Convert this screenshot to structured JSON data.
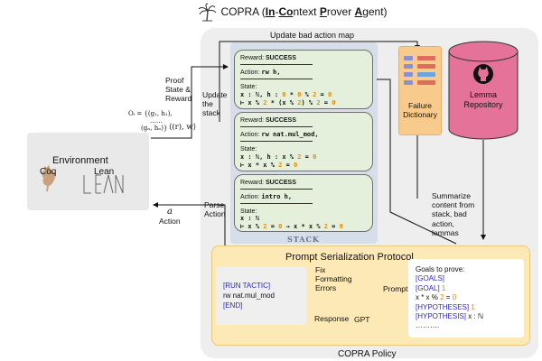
{
  "title": "COPRA (In-Context Prover Agent)",
  "title_parts": [
    "COPRA (",
    "In",
    "-",
    "Co",
    "ntext ",
    "P",
    "rover ",
    "A",
    "gent)"
  ],
  "policy_label": "COPRA Policy",
  "environment": {
    "title": "Environment",
    "coq_label": "Coq",
    "lean_label": "Lean",
    "lean_logo_text": "LEAN"
  },
  "arrows": {
    "update_map": "Update bad action map",
    "proof_state_reward": "Proof\nState &\nReward",
    "update_stack": "Update\nthe\nstack",
    "summarize": "Summarize\ncontent from\nstack, bad\naction,\nlemmas",
    "parse_action": "Parse\nAction",
    "action_symbol": "a",
    "action_label": "Action",
    "obs_formula": "Oᵢ = {(g₁, h₁),",
    "obs_dots": "……",
    "obs_formula2": "(gₙ, hₙ)}",
    "reward_formula": "⟨(r), w⟩",
    "fix_errors": "Fix\nFormatting\nErrors",
    "prompt": "Prompt",
    "response": "Response",
    "gpt": "GPT"
  },
  "stack": {
    "label": "STACK",
    "cards": [
      {
        "reward_prefix": "Reward: ",
        "reward": "SUCCESS",
        "action_prefix": "Action: ",
        "action": "rw h,",
        "state_label": "State:",
        "line1": [
          "x : ℕ, h : ",
          "0",
          " * ",
          "0",
          " % ",
          "2",
          " = ",
          "0"
        ],
        "line2": [
          "⊢ x % ",
          "2",
          " * (x % ",
          "2",
          ") % ",
          "2",
          " = ",
          "0"
        ]
      },
      {
        "reward_prefix": "Reward: ",
        "reward": "SUCCESS",
        "action_prefix": "Action: ",
        "action": "rw nat.mul_mod,",
        "state_label": "State:",
        "line1": [
          "x : ℕ, h : x % ",
          "2",
          " = ",
          "0"
        ],
        "line2": [
          "⊢ x * x % ",
          "2",
          " = ",
          "0"
        ]
      },
      {
        "reward_prefix": "Reward: ",
        "reward": "SUCCESS",
        "action_prefix": "Action: ",
        "action": "intro h,",
        "state_label": "State:",
        "line1": [
          "x : ℕ"
        ],
        "line2": [
          "⊢ x % ",
          "2",
          " = ",
          "0",
          " → x * x % ",
          "2",
          " = ",
          "0"
        ]
      }
    ]
  },
  "failure_dictionary": "Failure\nDictionary",
  "lemma_repository": "Lemma\nRepository",
  "protocol": {
    "title": "Prompt Serialization Protocol",
    "tactic_lines": [
      "[RUN TACTIC]",
      "rw nat.mul_mod",
      "[END]"
    ],
    "goals_header": "Goals to prove:",
    "goals_line1": "[GOALS]",
    "goals_line2_tag": "[GOAL]",
    "goals_line2_num": "1",
    "goals_line3": [
      "x * x % ",
      "2",
      " = ",
      "0"
    ],
    "goals_line4_tag": "[HYPOTHESES]",
    "goals_line4_num": "1",
    "goals_line5_tag": "[HYPOTHESIS]",
    "goals_line5_rest": " x : ℕ",
    "goals_dots": "………."
  },
  "colors": {
    "stack_card": "#e5f0dc",
    "stack_bg": "#d6dee9",
    "protocol_bg": "#fde9b6",
    "failure_dict": "#f8cb8d",
    "lemma_repo": "#e57399",
    "policy_bg": "#eeeeee",
    "accent_blue": "#2b28c6",
    "number_orange": "#e08a00"
  },
  "icons": [
    "palm-tree-icon",
    "rooster-icon",
    "github-icon",
    "openai-logo-icon",
    "database-cylinder-icon"
  ]
}
